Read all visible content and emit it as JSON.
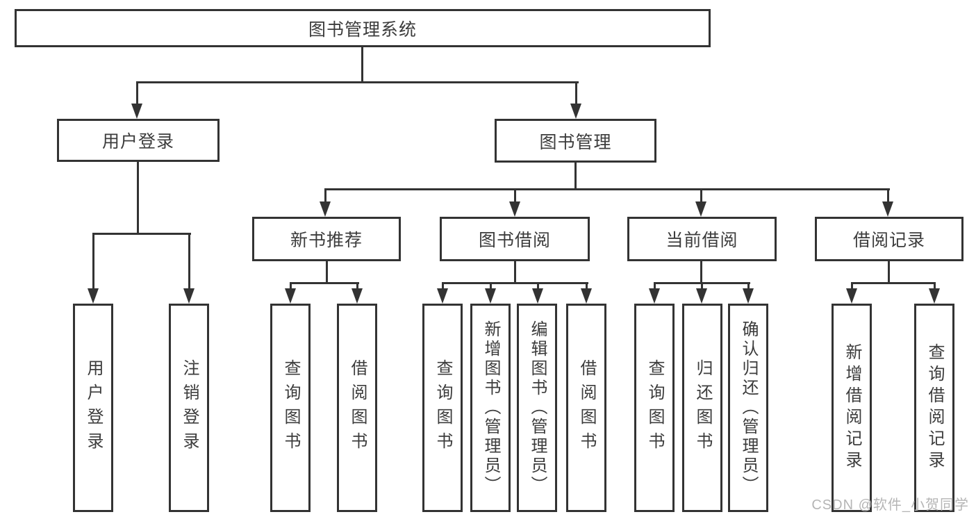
{
  "diagram": {
    "root": {
      "label": "图书管理系统"
    },
    "level2": [
      {
        "label": "用户登录"
      },
      {
        "label": "图书管理"
      }
    ],
    "level3": [
      {
        "label": "新书推荐"
      },
      {
        "label": "图书借阅"
      },
      {
        "label": "当前借阅"
      },
      {
        "label": "借阅记录"
      }
    ],
    "leaves": {
      "user_login": [
        {
          "label": "用户登录"
        },
        {
          "label": "注销登录"
        }
      ],
      "new_book_recommend": [
        {
          "label": "查询图书"
        },
        {
          "label": "借阅图书"
        }
      ],
      "book_borrow": [
        {
          "label": "查询图书"
        },
        {
          "label": "新增图书（管理员）"
        },
        {
          "label": "编辑图书（管理员）"
        },
        {
          "label": "借阅图书"
        }
      ],
      "current_borrow": [
        {
          "label": "查询图书"
        },
        {
          "label": "归还图书"
        },
        {
          "label": "确认归还（管理员）"
        }
      ],
      "borrow_records": [
        {
          "label": "新增借阅记录"
        },
        {
          "label": "查询借阅记录"
        }
      ]
    },
    "watermark": "CSDN @软件_小贺同学",
    "colors": {
      "line": "#333333",
      "text": "#3c3c3c",
      "background": "#ffffff",
      "watermark": "#b5b5b5"
    }
  }
}
